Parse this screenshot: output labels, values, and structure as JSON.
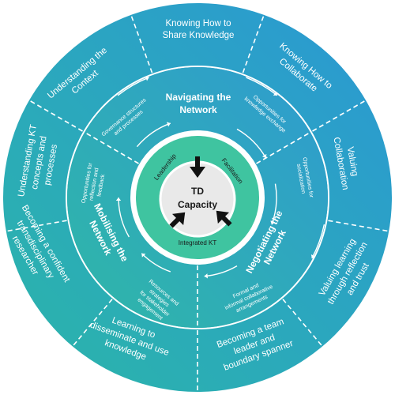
{
  "center": {
    "title_line1": "TD",
    "title_line2": "Capacity",
    "inner_labels": {
      "leadership": "Leadership",
      "facilitation": "Facilitation",
      "integrated": "Integrated KT"
    }
  },
  "sectors": [
    {
      "id": "navigating",
      "title_lines": [
        "Navigating the",
        "Network"
      ]
    },
    {
      "id": "negotiating",
      "title_lines": [
        "Negotiating the",
        "Network"
      ]
    },
    {
      "id": "mobilising",
      "title_lines": [
        "Mobilising the",
        "Network"
      ]
    }
  ],
  "middle_labels": [
    {
      "lines": [
        "Governance structures",
        "and processes"
      ]
    },
    {
      "lines": [
        "Opportunities for",
        "knowledge exchange"
      ]
    },
    {
      "lines": [
        "Opportunities for",
        "socialization"
      ]
    },
    {
      "lines": [
        "Formal and",
        "informal collaborative",
        "arrangements"
      ]
    },
    {
      "lines": [
        "Resources and",
        "strategies",
        "for stakeholder",
        "engagement"
      ]
    },
    {
      "lines": [
        "Opportunities for",
        "reflection and",
        "feedback"
      ]
    }
  ],
  "outer_labels": [
    {
      "lines": [
        "Knowing How to",
        "Share Knowledge"
      ]
    },
    {
      "lines": [
        "Knowing How to",
        "Collaborate"
      ]
    },
    {
      "lines": [
        "Valuing",
        "Collaboration"
      ]
    },
    {
      "lines": [
        "Valuing learning",
        "through reflection",
        "and trust"
      ]
    },
    {
      "lines": [
        "Becoming a team",
        "leader and",
        "boundary spanner"
      ]
    },
    {
      "lines": [
        "Learning to",
        "disseminate and use",
        "knowledge"
      ]
    },
    {
      "lines": [
        "Becoming a confident",
        "transdisciplinary",
        "researcher"
      ]
    },
    {
      "lines": [
        "Understanding KT",
        "concepts and",
        "processes"
      ]
    },
    {
      "lines": [
        "Understanding the",
        "Context"
      ]
    }
  ],
  "colors": {
    "outer_top": "#2b98d4",
    "outer_left": "#2bb5a9",
    "middle": "#31a7c4",
    "ring": "#3fc4a0",
    "center": "#e9e9e9",
    "arrow": "#111111",
    "divider": "#ffffff"
  }
}
